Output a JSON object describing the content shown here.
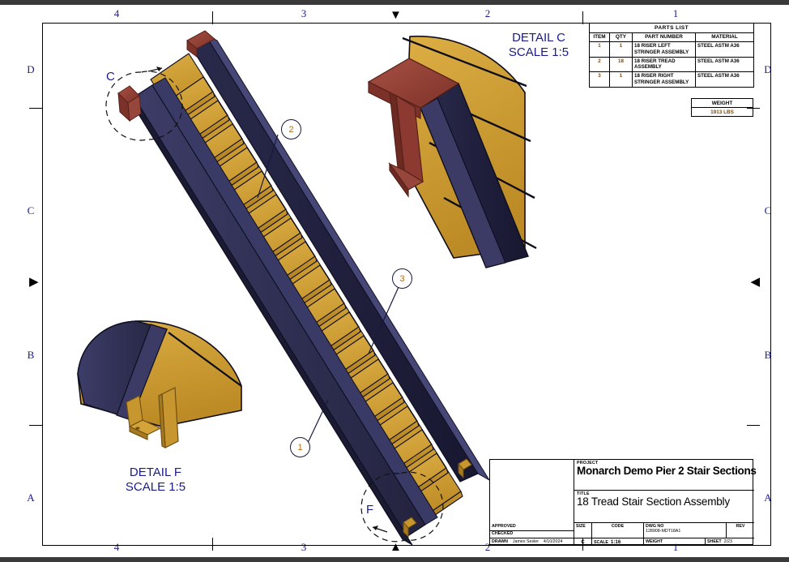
{
  "sheet": {
    "zones_top": [
      "4",
      "3",
      "2",
      "1"
    ],
    "zones_bottom": [
      "4",
      "3",
      "2",
      "1"
    ],
    "zones_left": [
      "D",
      "C",
      "B",
      "A"
    ],
    "zones_right": [
      "D",
      "C",
      "B",
      "A"
    ]
  },
  "parts_list": {
    "title": "PARTS LIST",
    "headers": [
      "ITEM",
      "QTY",
      "PART NUMBER",
      "MATERIAL"
    ],
    "rows": [
      {
        "item": "1",
        "qty": "1",
        "part_number": "18 RISER LEFT STRINGER ASSEMBLY",
        "material": "STEEL ASTM A36"
      },
      {
        "item": "2",
        "qty": "18",
        "part_number": "18 RISER TREAD ASSEMBLY",
        "material": "STEEL ASTM A36"
      },
      {
        "item": "3",
        "qty": "1",
        "part_number": "18 RISER RIGHT STRINGER ASSEMBLY",
        "material": "STEEL ASTM A36"
      }
    ]
  },
  "weight_table": {
    "header": "WEIGHT",
    "value": "1913 LBS"
  },
  "details": {
    "c": {
      "name": "DETAIL C",
      "scale": "SCALE 1:5",
      "callout": "C"
    },
    "f": {
      "name": "DETAIL F",
      "scale": "SCALE 1:5",
      "callout": "F"
    }
  },
  "balloons": [
    {
      "id": "balloon-2",
      "label": "2"
    },
    {
      "id": "balloon-3",
      "label": "3"
    },
    {
      "id": "balloon-1",
      "label": "1"
    }
  ],
  "title_block": {
    "project_caption": "PROJECT",
    "project": "Monarch Demo Pier 2 Stair Sections",
    "title_caption": "TITLE",
    "title": "18 Tread Stair Section Assembly",
    "approved_caption": "APPROVED",
    "approved_value": "",
    "checked_caption": "CHECKED",
    "checked_value": "",
    "drawn_caption": "DRAWN",
    "drawn_by": "James Sesler",
    "drawn_date": "4/10/2024",
    "size_caption": "SIZE",
    "size_value": "C",
    "code_caption": "CODE",
    "code_value": "",
    "dwg_no_caption": "DWG NO",
    "dwg_no_value": "128908-MDT18A1",
    "rev_caption": "REV",
    "rev_value": "",
    "scale_caption": "SCALE",
    "scale_value": "1:16",
    "weight_caption": "WEIGHT",
    "weight_value": "",
    "sheet_caption": "SHEET",
    "sheet_value": "2/23"
  },
  "colors": {
    "stringer": "#2c2c4f",
    "stringer_light": "#3b3b66",
    "tread": "#c8962e",
    "tread_light": "#d9a93f",
    "tread_dark": "#a87a20",
    "plate_red": "#8c3a31",
    "plate_red_light": "#a04a3e",
    "annotation": "#1b1b8a",
    "balloon_text": "#b06a10"
  }
}
